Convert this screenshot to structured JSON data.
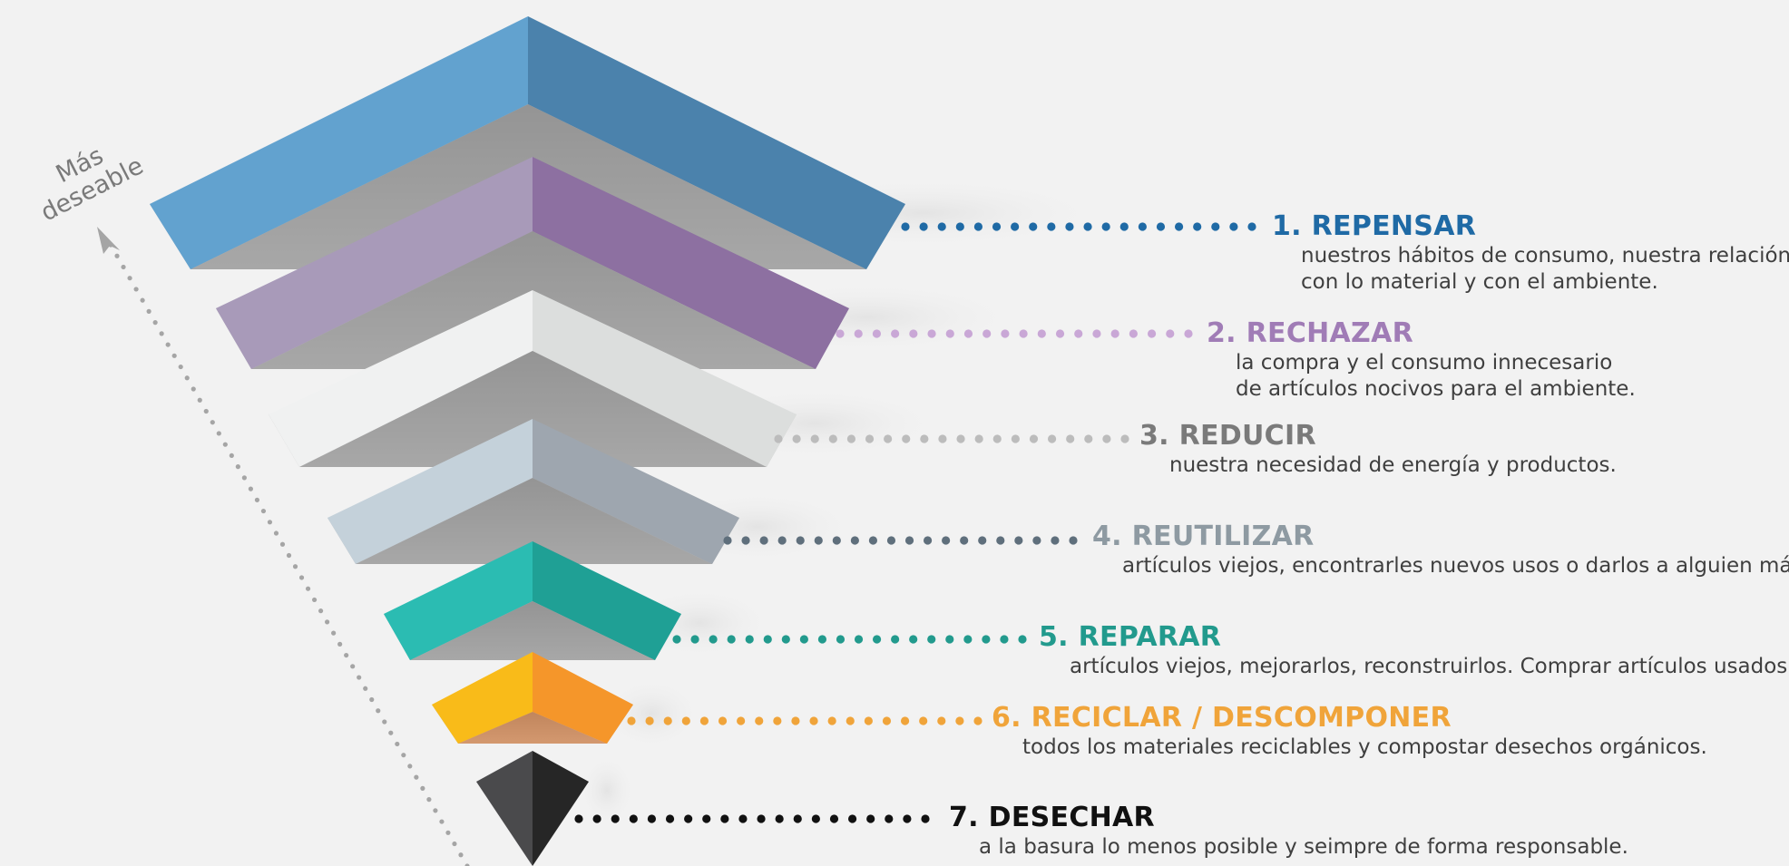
{
  "axis_label": {
    "line1": "Más",
    "line2": "deseable"
  },
  "levels": [
    {
      "number": "1.",
      "name": "REPENSAR",
      "desc1": "nuestros hábitos de consumo, nuestra relación",
      "desc2": "con lo material y con el ambiente.",
      "color": "#1f6aa5",
      "light": "#62a2cf",
      "dark": "#4b82ac"
    },
    {
      "number": "2.",
      "name": "RECHAZAR",
      "desc1": "la compra y el consumo innecesario",
      "desc2": "de artículos nocivos para el ambiente.",
      "color": "#a07cb6",
      "light": "#a89ab9",
      "dark": "#8d70a1"
    },
    {
      "number": "3.",
      "name": "REDUCIR",
      "desc1": "nuestra necesidad de energía y productos.",
      "desc2": "",
      "color": "#7a7a7a",
      "light": "#f0f1f1",
      "dark": "#dcdedd"
    },
    {
      "number": "4.",
      "name": "REUTILIZAR",
      "desc1": "artículos viejos, encontrarles nuevos usos o darlos a alguien más.",
      "desc2": "",
      "color": "#8e9aa2",
      "light": "#c4d1da",
      "dark": "#9ea6af"
    },
    {
      "number": "5.",
      "name": "REPARAR",
      "desc1": "artículos viejos, mejorarlos, reconstruirlos. Comprar artículos usados.",
      "desc2": "",
      "color": "#229a8d",
      "light": "#2bbcb2",
      "dark": "#1fa095"
    },
    {
      "number": "6.",
      "name": "RECICLAR / DESCOMPONER",
      "desc1": "todos los materiales reciclables y compostar desechos orgánicos.",
      "desc2": "",
      "color": "#f0a43a",
      "light": "#f9bb19",
      "dark": "#f5962a"
    },
    {
      "number": "7.",
      "name": "DESECHAR",
      "desc1": "a la basura lo menos posible y seimpre de forma responsable.",
      "desc2": "",
      "color": "#111111",
      "light": "#4a4a4c",
      "dark": "#262626"
    }
  ],
  "dot_colors": [
    "#1f6aa5",
    "#c9a7d6",
    "#bcbcbc",
    "#5f6f7c",
    "#229a8d",
    "#f0a43a",
    "#111111"
  ],
  "axis_color": "#a5a5a5"
}
